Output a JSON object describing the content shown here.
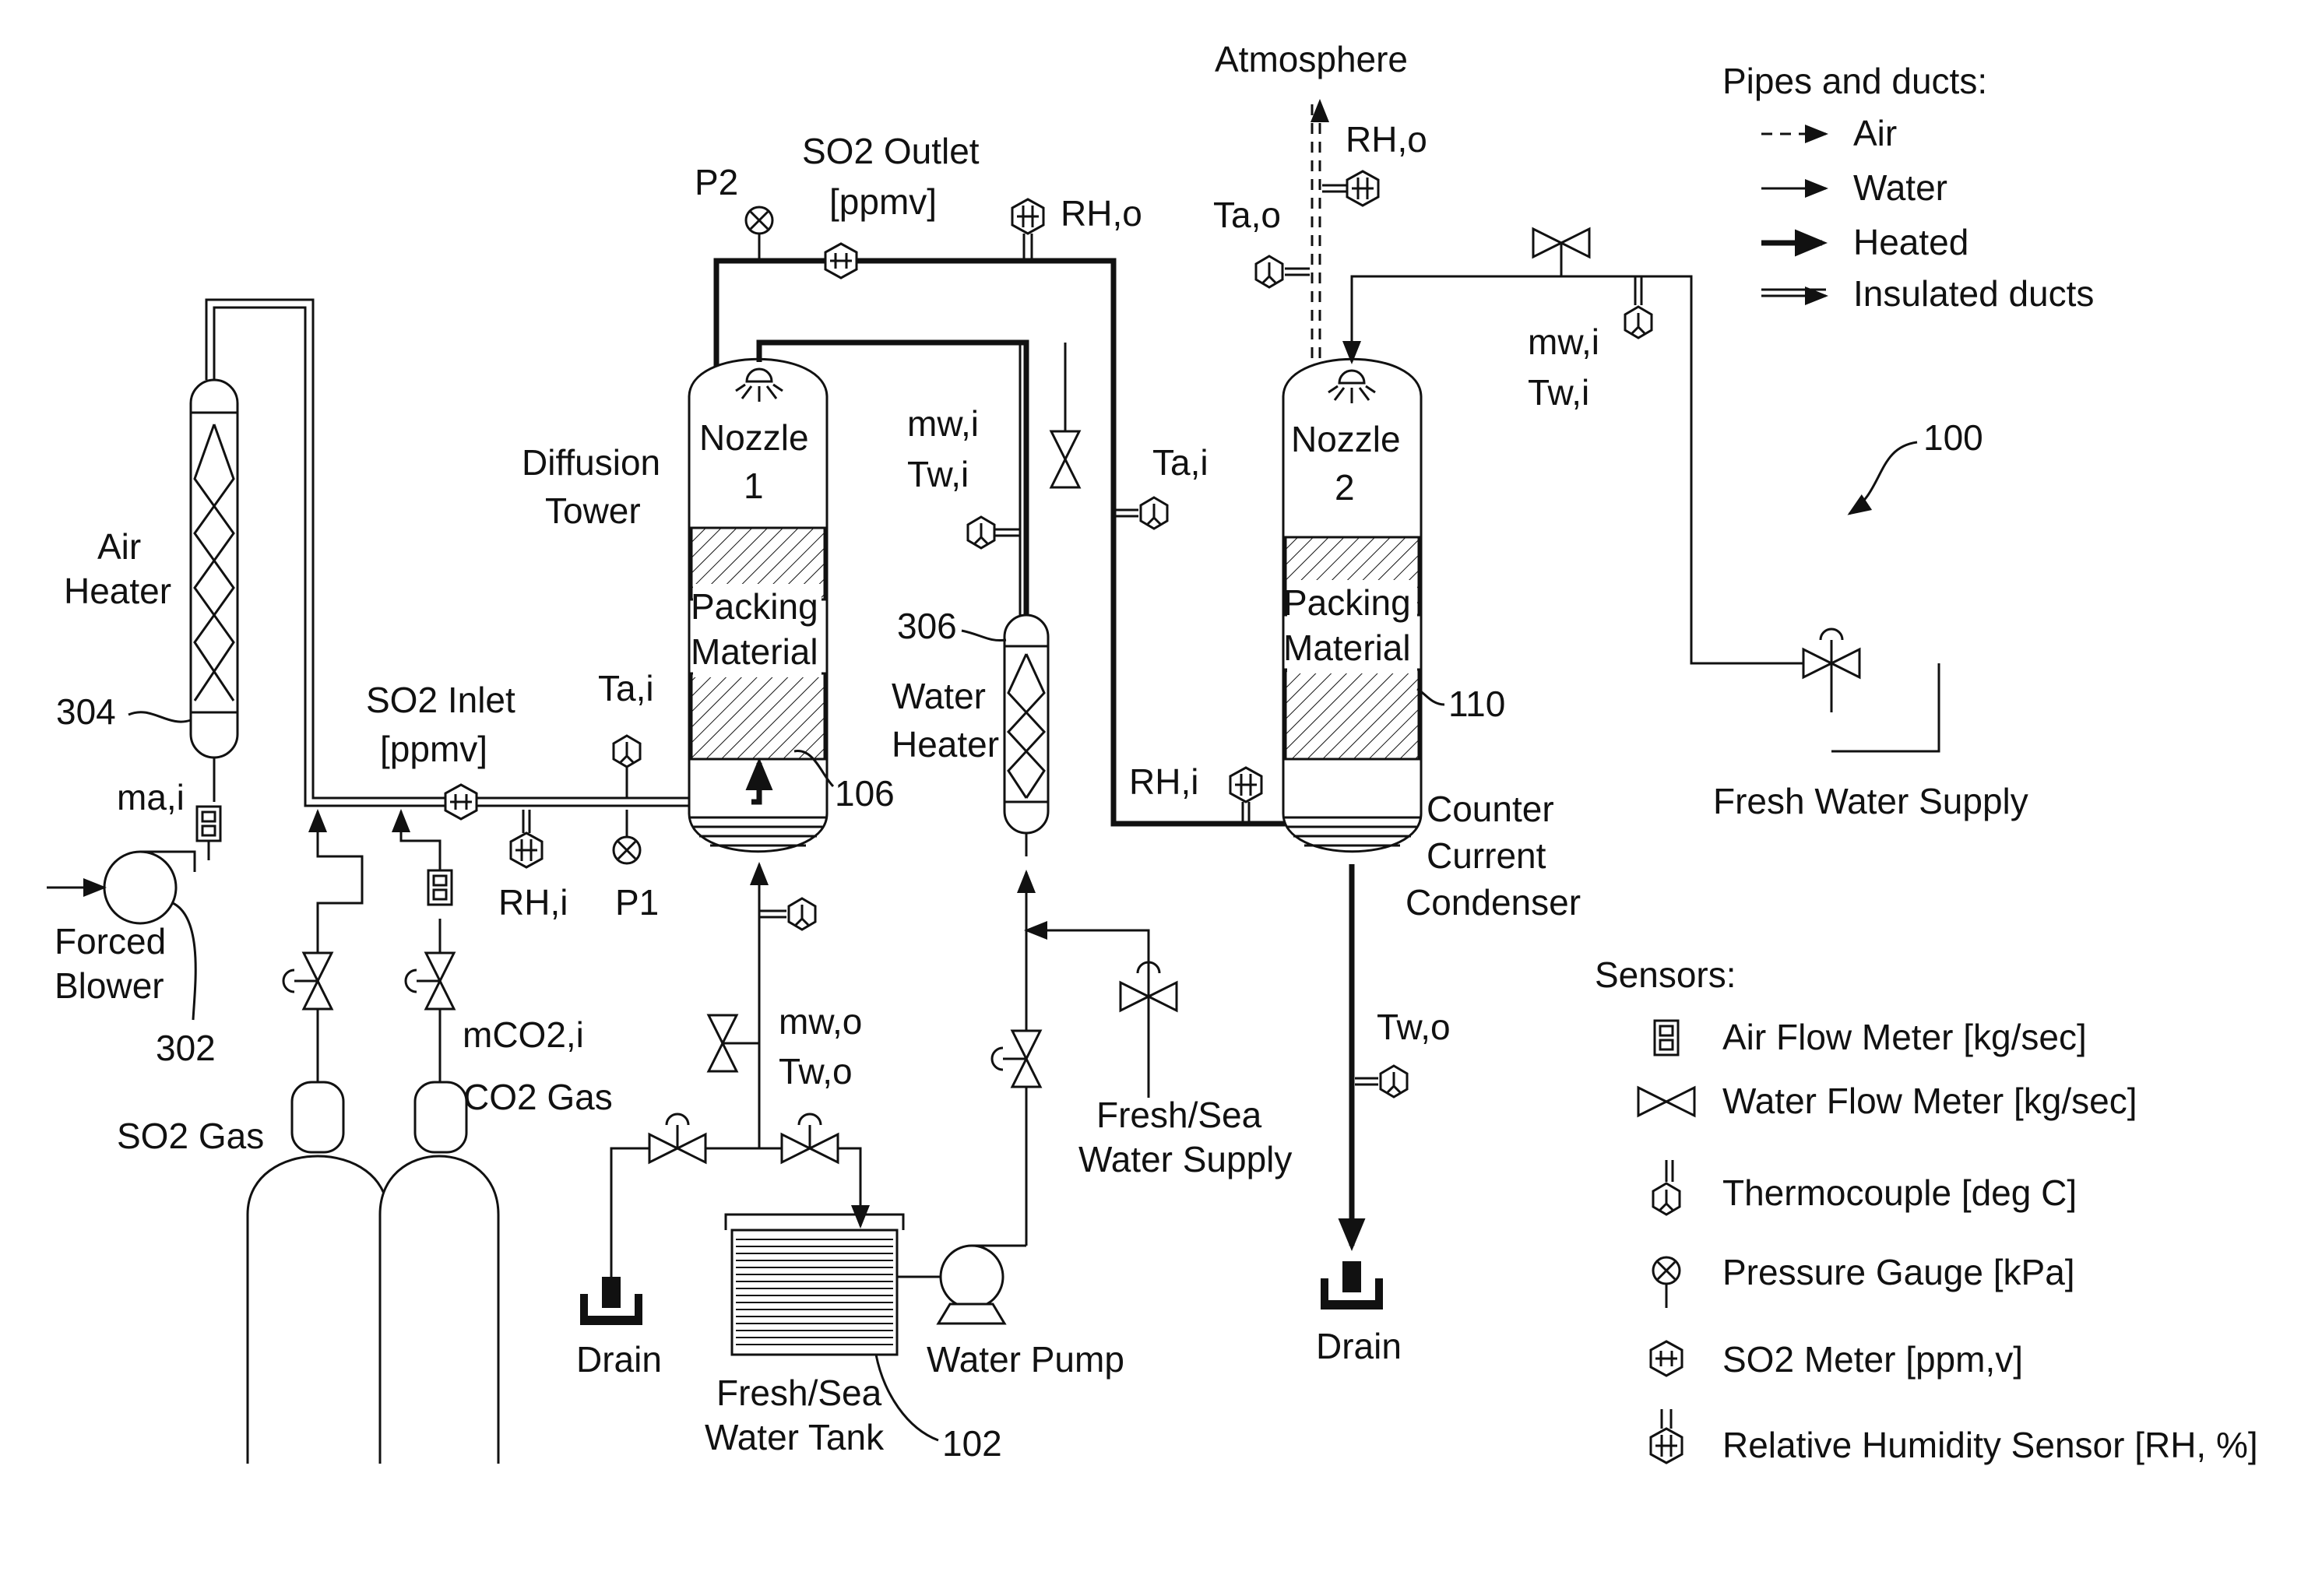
{
  "legend": {
    "pipes_title": "Pipes and ducts:",
    "air": "Air",
    "water": "Water",
    "heated": "Heated",
    "insulated": "Insulated ducts",
    "sensors_title": "Sensors:",
    "air_flow_meter": "Air Flow Meter [kg/sec]",
    "water_flow_meter": "Water Flow Meter [kg/sec]",
    "thermocouple": "Thermocouple [deg C]",
    "pressure_gauge": "Pressure Gauge [kPa]",
    "so2_meter": "SO2 Meter [ppm,v]",
    "rh_sensor": "Relative Humidity Sensor [RH, %]"
  },
  "labels": {
    "atmosphere": "Atmosphere",
    "rh_o_top": "RH,o",
    "rh_o_outlet": "RH,o",
    "t_ao": "Ta,o",
    "p2": "P2",
    "so2_outlet_1": "SO2 Outlet",
    "so2_outlet_2": "[ppmv]",
    "diffusion_1": "Diffusion",
    "diffusion_2": "Tower",
    "nozzle1_1": "Nozzle",
    "nozzle1_2": "1",
    "nozzle2_1": "Nozzle",
    "nozzle2_2": "2",
    "packing1_1": "Packing",
    "packing1_2": "Material",
    "packing2_1": "Packing",
    "packing2_2": "Material",
    "mwi_1": "mw,i",
    "twi_1": "Tw,i",
    "mwi_2": "mw,i",
    "twi_2": "Tw,i",
    "tai_mid": "Ta,i",
    "tai_inlet": "Ta,i",
    "air_heater_1": "Air",
    "air_heater_2": "Heater",
    "so2_inlet_1": "SO2 Inlet",
    "so2_inlet_2": "[ppmv]",
    "rh_i_inlet": "RH,i",
    "rh_i_cond": "RH,i",
    "p1": "P1",
    "mai": "ma,i",
    "forced_1": "Forced",
    "forced_2": "Blower",
    "so2_gas": "SO2 Gas",
    "co2_gas": "CO2 Gas",
    "mco2": "mCO2,i",
    "water_heater_1": "Water",
    "water_heater_2": "Heater",
    "mwo": "mw,o",
    "two_1": "Tw,o",
    "two_2": "Tw,o",
    "fresh_sea_1": "Fresh/Sea",
    "fresh_sea_2": "Water Supply",
    "fresh_supply": "Fresh Water Supply",
    "counter_1": "Counter",
    "counter_2": "Current",
    "counter_3": "Condenser",
    "drain_1": "Drain",
    "drain_2": "Drain",
    "tank_1": "Fresh/Sea",
    "tank_2": "Water Tank",
    "pump": "Water Pump"
  },
  "refs": {
    "r100": "100",
    "r102": "102",
    "r106": "106",
    "r110": "110",
    "r302": "302",
    "r304": "304",
    "r306": "306"
  }
}
